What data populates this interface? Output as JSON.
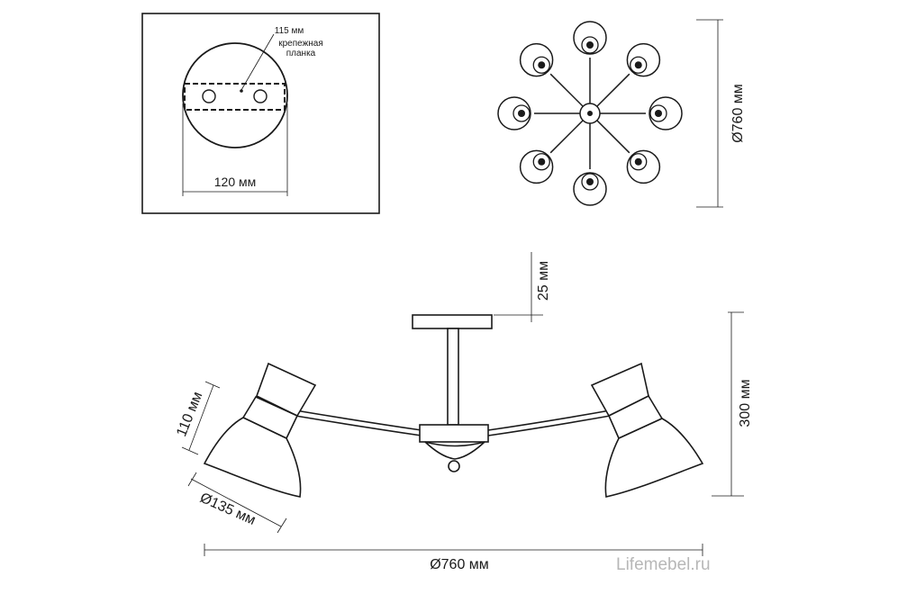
{
  "mount_plate": {
    "fixing_spacing": "115 мм",
    "bracket_label_line1": "крепежная",
    "bracket_label_line2": "планка",
    "plate_width": "120 мм"
  },
  "top_view": {
    "diameter": "Ø760 мм"
  },
  "side_view": {
    "canopy_height": "25 мм",
    "total_height": "300 мм",
    "shade_height": "110 мм",
    "shade_diameter": "Ø135 мм",
    "total_diameter": "Ø760 мм"
  },
  "watermark": "Lifemebel.ru"
}
